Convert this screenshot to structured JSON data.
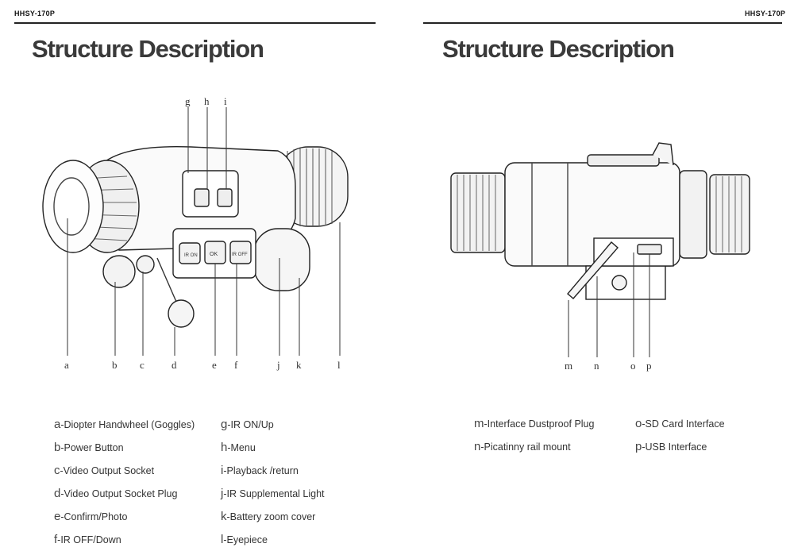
{
  "left_page": {
    "model": "HHSY-170P",
    "title": "Structure Description",
    "callouts": {
      "top": [
        "g",
        "h",
        "i"
      ],
      "bottom": [
        "a",
        "b",
        "c",
        "d",
        "e",
        "f",
        "j",
        "k",
        "l"
      ]
    },
    "legend_col1": [
      {
        "key": "a",
        "label": "-Diopter Handwheel (Goggles)"
      },
      {
        "key": "b",
        "label": "-Power Button"
      },
      {
        "key": "c",
        "label": "-Video Output Socket"
      },
      {
        "key": "d",
        "label": "-Video Output Socket Plug"
      },
      {
        "key": "e",
        "label": "-Confirm/Photo"
      },
      {
        "key": "f",
        "label": "-IR OFF/Down"
      }
    ],
    "legend_col2": [
      {
        "key": "g",
        "label": "-IR ON/Up"
      },
      {
        "key": "h",
        "label": "-Menu"
      },
      {
        "key": "i",
        "label": "-Playback /return"
      },
      {
        "key": "j",
        "label": "-IR Supplemental Light"
      },
      {
        "key": "k",
        "label": "-Battery zoom cover"
      },
      {
        "key": "l",
        "label": "-Eyepiece"
      }
    ],
    "button_text": {
      "ir_on": "IR ON",
      "ok": "OK",
      "ir_off": "IR OFF"
    }
  },
  "right_page": {
    "model": "HHSY-170P",
    "title": "Structure Description",
    "callouts": {
      "bottom": [
        "m",
        "n",
        "o",
        "p"
      ]
    },
    "legend_col1": [
      {
        "key": "m",
        "label": "-Interface Dustproof Plug"
      },
      {
        "key": "n",
        "label": "-Picatinny rail mount"
      }
    ],
    "legend_col2": [
      {
        "key": "o",
        "label": "-SD Card Interface"
      },
      {
        "key": "p",
        "label": "-USB Interface"
      }
    ]
  }
}
